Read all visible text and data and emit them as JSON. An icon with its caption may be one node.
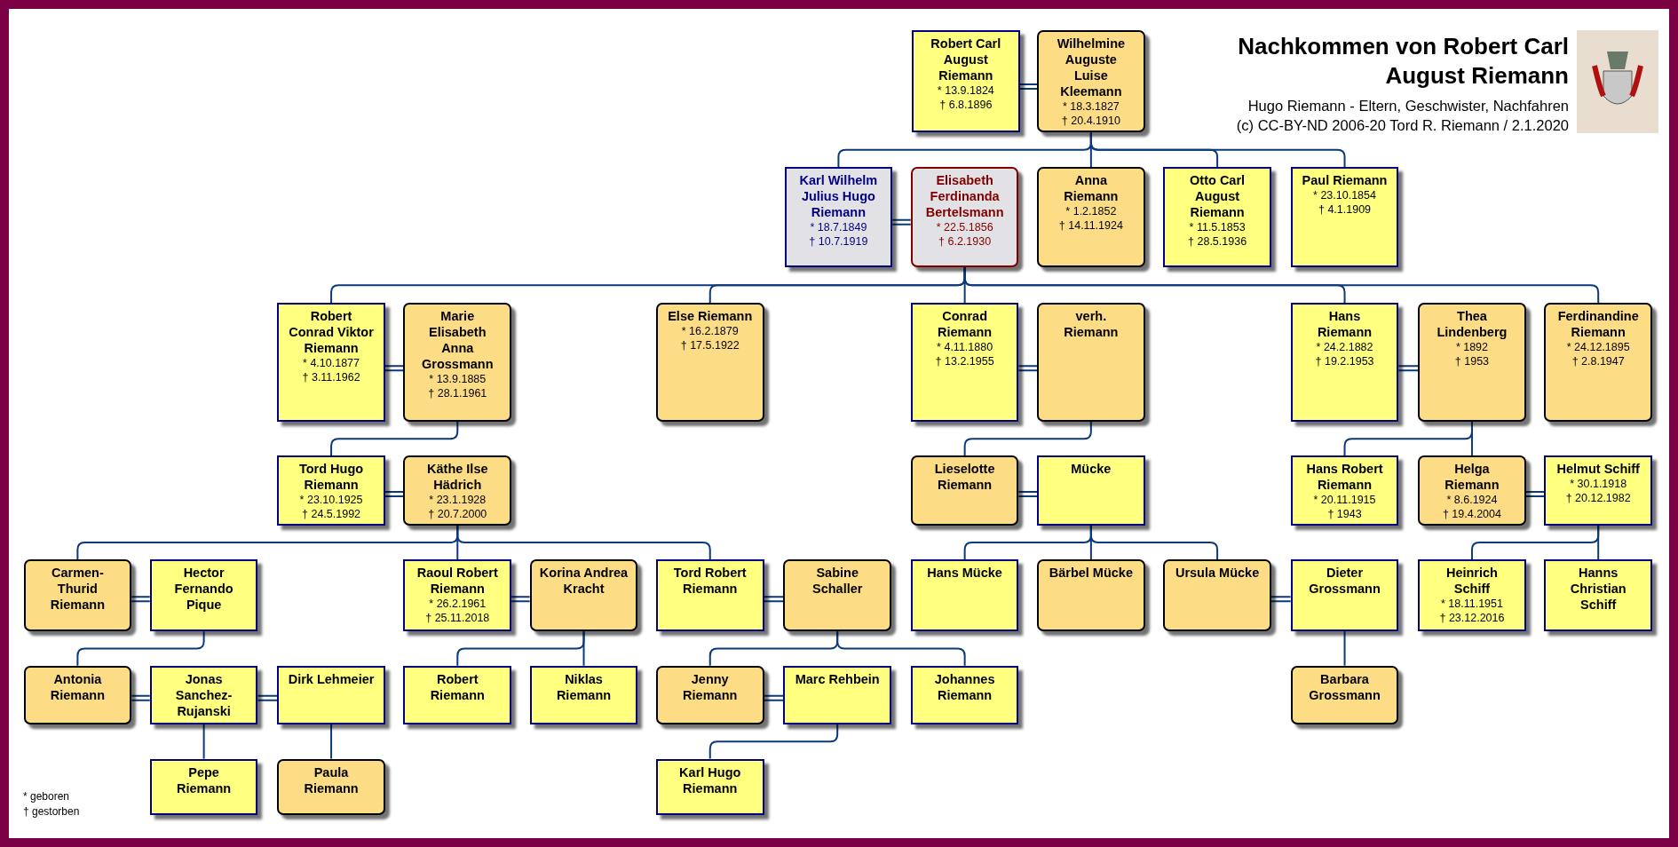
{
  "diagram": {
    "title": "Nachkommen von Robert Carl August Riemann",
    "nodes": [
      {
        "text": [
          "Robert Carl August Riemann",
          "* 13.9.1824",
          "† 6.8.1896"
        ]
      },
      {
        "text": [
          "Wilhelmine Auguste Luise Kleemann",
          "* 18.3.1827",
          "† 20.4.1910"
        ]
      },
      {
        "text": [
          "Karl Wilhelm Julius Hugo Riemann",
          "* 18.7.1849",
          "† 10.7.1919"
        ]
      },
      {
        "text": [
          "Elisabeth Ferdinanda Bertelsmann",
          "* 22.5.1856",
          "† 6.2.1930"
        ]
      },
      {
        "text": [
          "Anna Riemann",
          "* 1.2.1852",
          "† 14.11.1924"
        ]
      },
      {
        "text": [
          "Otto Carl August Riemann",
          "* 11.5.1853",
          "† 28.5.1936"
        ]
      },
      {
        "text": [
          "Paul Riemann",
          "* 23.10.1854",
          "† 4.1.1909"
        ]
      },
      {
        "text": [
          "Robert Conrad Viktor Riemann",
          "* 4.10.1877",
          "† 3.11.1962"
        ]
      },
      {
        "text": [
          "Marie Elisabeth Anna Grossmann",
          "* 13.9.1885",
          "† 28.1.1961"
        ]
      },
      {
        "text": [
          "Else Riemann",
          "* 16.2.1879",
          "† 17.5.1922"
        ]
      },
      {
        "text": [
          "Conrad Riemann",
          "* 4.11.1880",
          "† 13.2.1955"
        ]
      },
      {
        "text": [
          "verh. Riemann"
        ]
      },
      {
        "text": [
          "Hans Riemann",
          "* 24.2.1882",
          "† 19.2.1953"
        ]
      },
      {
        "text": [
          "Thea Lindenberg",
          "* 1892",
          "† 1953"
        ]
      },
      {
        "text": [
          "Ferdinandine Riemann",
          "* 24.12.1895",
          "† 2.8.1947"
        ]
      },
      {
        "text": [
          "Tord Hugo Riemann",
          "* 23.10.1925",
          "† 24.5.1992"
        ]
      },
      {
        "text": [
          "Käthe Ilse Hädrich",
          "* 23.1.1928",
          "† 20.7.2000"
        ]
      },
      {
        "text": [
          "Lieselotte Riemann"
        ]
      },
      {
        "text": [
          "Mücke"
        ]
      },
      {
        "text": [
          "Hans Robert Riemann",
          "* 20.11.1915",
          "† 1943"
        ]
      },
      {
        "text": [
          "Helga Riemann",
          "* 8.6.1924",
          "† 19.4.2004"
        ]
      },
      {
        "text": [
          "Helmut Schiff",
          "* 30.1.1918",
          "† 20.12.1982"
        ]
      },
      {
        "text": [
          "Carmen-Thurid Riemann"
        ]
      },
      {
        "text": [
          "Hector Fernando Pique"
        ]
      },
      {
        "text": [
          "Raoul Robert Riemann",
          "* 26.2.1961",
          "† 25.11.2018"
        ]
      },
      {
        "text": [
          "Korina Andrea Kracht"
        ]
      },
      {
        "text": [
          "Tord Robert Riemann"
        ]
      },
      {
        "text": [
          "Sabine Schaller"
        ]
      },
      {
        "text": [
          "Hans Mücke"
        ]
      },
      {
        "text": [
          "Bärbel Mücke"
        ]
      },
      {
        "text": [
          "Ursula Mücke"
        ]
      },
      {
        "text": [
          "Dieter Grossmann"
        ]
      },
      {
        "text": [
          "Heinrich Schiff",
          "* 18.11.1951",
          "† 23.12.2016"
        ]
      },
      {
        "text": [
          "Hanns Christian Schiff"
        ]
      },
      {
        "text": [
          "Antonia Riemann"
        ]
      },
      {
        "text": [
          "Jonas Sanchez-Rujanski"
        ]
      },
      {
        "text": [
          "Dirk Lehmeier"
        ]
      },
      {
        "text": [
          "Robert Riemann"
        ]
      },
      {
        "text": [
          "Niklas Riemann"
        ]
      },
      {
        "text": [
          "Jenny Riemann"
        ]
      },
      {
        "text": [
          "Marc Rehbein"
        ]
      },
      {
        "text": [
          "Johannes Riemann"
        ]
      },
      {
        "text": [
          "Barbara Grossmann"
        ]
      },
      {
        "text": [
          "Pepe Riemann"
        ]
      },
      {
        "text": [
          "Paula Riemann"
        ]
      },
      {
        "text": [
          "Karl Hugo Riemann"
        ]
      }
    ],
    "edges": [
      {
        "from": 0,
        "to": 1,
        "arrow": "none"
      },
      {
        "from": 2,
        "to": 3,
        "arrow": "none"
      },
      {
        "from": 7,
        "to": 8,
        "arrow": "none"
      },
      {
        "from": 10,
        "to": 11,
        "arrow": "none"
      },
      {
        "from": 12,
        "to": 13,
        "arrow": "none"
      },
      {
        "from": 15,
        "to": 16,
        "arrow": "none"
      },
      {
        "from": 17,
        "to": 18,
        "arrow": "none"
      },
      {
        "from": 20,
        "to": 21,
        "arrow": "none"
      },
      {
        "from": 22,
        "to": 23,
        "arrow": "none"
      },
      {
        "from": 24,
        "to": 25,
        "arrow": "none"
      },
      {
        "from": 26,
        "to": 27,
        "arrow": "none"
      },
      {
        "from": 30,
        "to": 31,
        "arrow": "none"
      },
      {
        "from": 34,
        "to": 35,
        "arrow": "none"
      },
      {
        "from": 35,
        "to": 36,
        "arrow": "none"
      },
      {
        "from": 39,
        "to": 40,
        "arrow": "none"
      },
      {
        "from": 1,
        "to": 2,
        "arrow": "none"
      },
      {
        "from": 1,
        "to": 4,
        "arrow": "none"
      },
      {
        "from": 1,
        "to": 5,
        "arrow": "none"
      },
      {
        "from": 1,
        "to": 6,
        "arrow": "none"
      },
      {
        "from": 3,
        "to": 7,
        "arrow": "none"
      },
      {
        "from": 3,
        "to": 9,
        "arrow": "none"
      },
      {
        "from": 3,
        "to": 10,
        "arrow": "none"
      },
      {
        "from": 3,
        "to": 12,
        "arrow": "none"
      },
      {
        "from": 3,
        "to": 14,
        "arrow": "none"
      },
      {
        "from": 8,
        "to": 15,
        "arrow": "none"
      },
      {
        "from": 11,
        "to": 17,
        "arrow": "none"
      },
      {
        "from": 13,
        "to": 19,
        "arrow": "none"
      },
      {
        "from": 13,
        "to": 20,
        "arrow": "none"
      },
      {
        "from": 16,
        "to": 22,
        "arrow": "none"
      },
      {
        "from": 16,
        "to": 24,
        "arrow": "none"
      },
      {
        "from": 16,
        "to": 26,
        "arrow": "none"
      },
      {
        "from": 18,
        "to": 28,
        "arrow": "none"
      },
      {
        "from": 18,
        "to": 29,
        "arrow": "none"
      },
      {
        "from": 18,
        "to": 30,
        "arrow": "none"
      },
      {
        "from": 21,
        "to": 32,
        "arrow": "none"
      },
      {
        "from": 21,
        "to": 33,
        "arrow": "none"
      },
      {
        "from": 23,
        "to": 34,
        "arrow": "none"
      },
      {
        "from": 25,
        "to": 37,
        "arrow": "none"
      },
      {
        "from": 25,
        "to": 38,
        "arrow": "none"
      },
      {
        "from": 27,
        "to": 39,
        "arrow": "none"
      },
      {
        "from": 27,
        "to": 41,
        "arrow": "none"
      },
      {
        "from": 31,
        "to": 42,
        "arrow": "none"
      },
      {
        "from": 35,
        "to": 43,
        "arrow": "none"
      },
      {
        "from": 36,
        "to": 44,
        "arrow": "none"
      },
      {
        "from": 40,
        "to": 45,
        "arrow": "none"
      }
    ],
    "labels": [
      "Hugo Riemann - Eltern, Geschwister, Nachfahren",
      "(c) CC-BY-ND 2006-20 Tord R. Riemann / 2.1.2020",
      "* geboren",
      "† gestorben"
    ]
  }
}
